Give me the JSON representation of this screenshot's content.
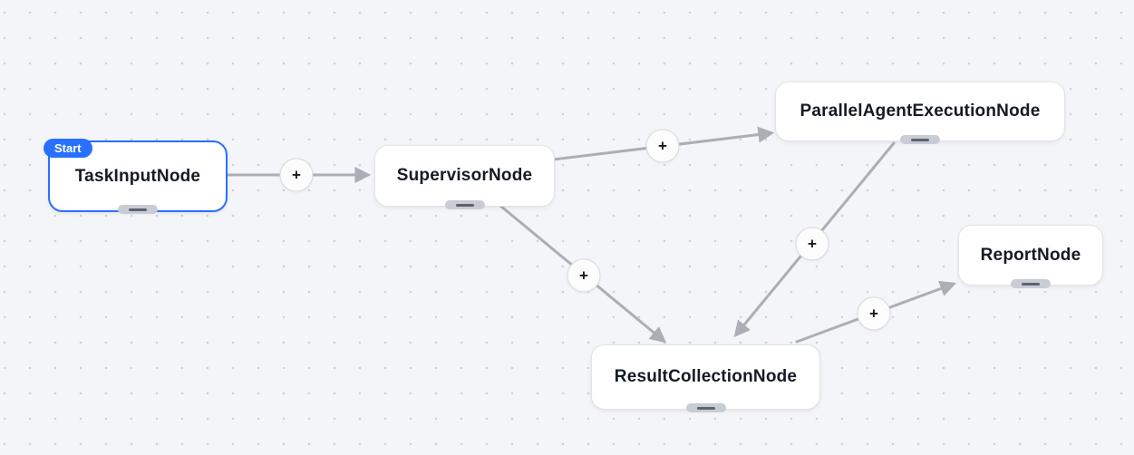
{
  "graph": {
    "nodes": [
      {
        "id": "task_input",
        "label": "TaskInputNode",
        "badge": "Start",
        "selected": true
      },
      {
        "id": "supervisor",
        "label": "SupervisorNode",
        "selected": false
      },
      {
        "id": "parallel_agent_execution",
        "label": "ParallelAgentExecutionNode",
        "selected": false
      },
      {
        "id": "result_collection",
        "label": "ResultCollectionNode",
        "selected": false
      },
      {
        "id": "report",
        "label": "ReportNode",
        "selected": false
      }
    ],
    "edges": [
      {
        "from": "TaskInputNode",
        "to": "SupervisorNode",
        "button_label": "+"
      },
      {
        "from": "SupervisorNode",
        "to": "ParallelAgentExecutionNode",
        "button_label": "+"
      },
      {
        "from": "SupervisorNode",
        "to": "ResultCollectionNode",
        "button_label": "+"
      },
      {
        "from": "ParallelAgentExecutionNode",
        "to": "ResultCollectionNode",
        "button_label": "+"
      },
      {
        "from": "ResultCollectionNode",
        "to": "ReportNode",
        "button_label": "+"
      }
    ]
  },
  "colors": {
    "selection_blue": "#2970ff",
    "edge_gray": "#abaeb6",
    "node_background": "#ffffff",
    "node_text": "#151a23",
    "canvas_background": "#f4f5f8",
    "canvas_dot": "#cfd1d6"
  }
}
